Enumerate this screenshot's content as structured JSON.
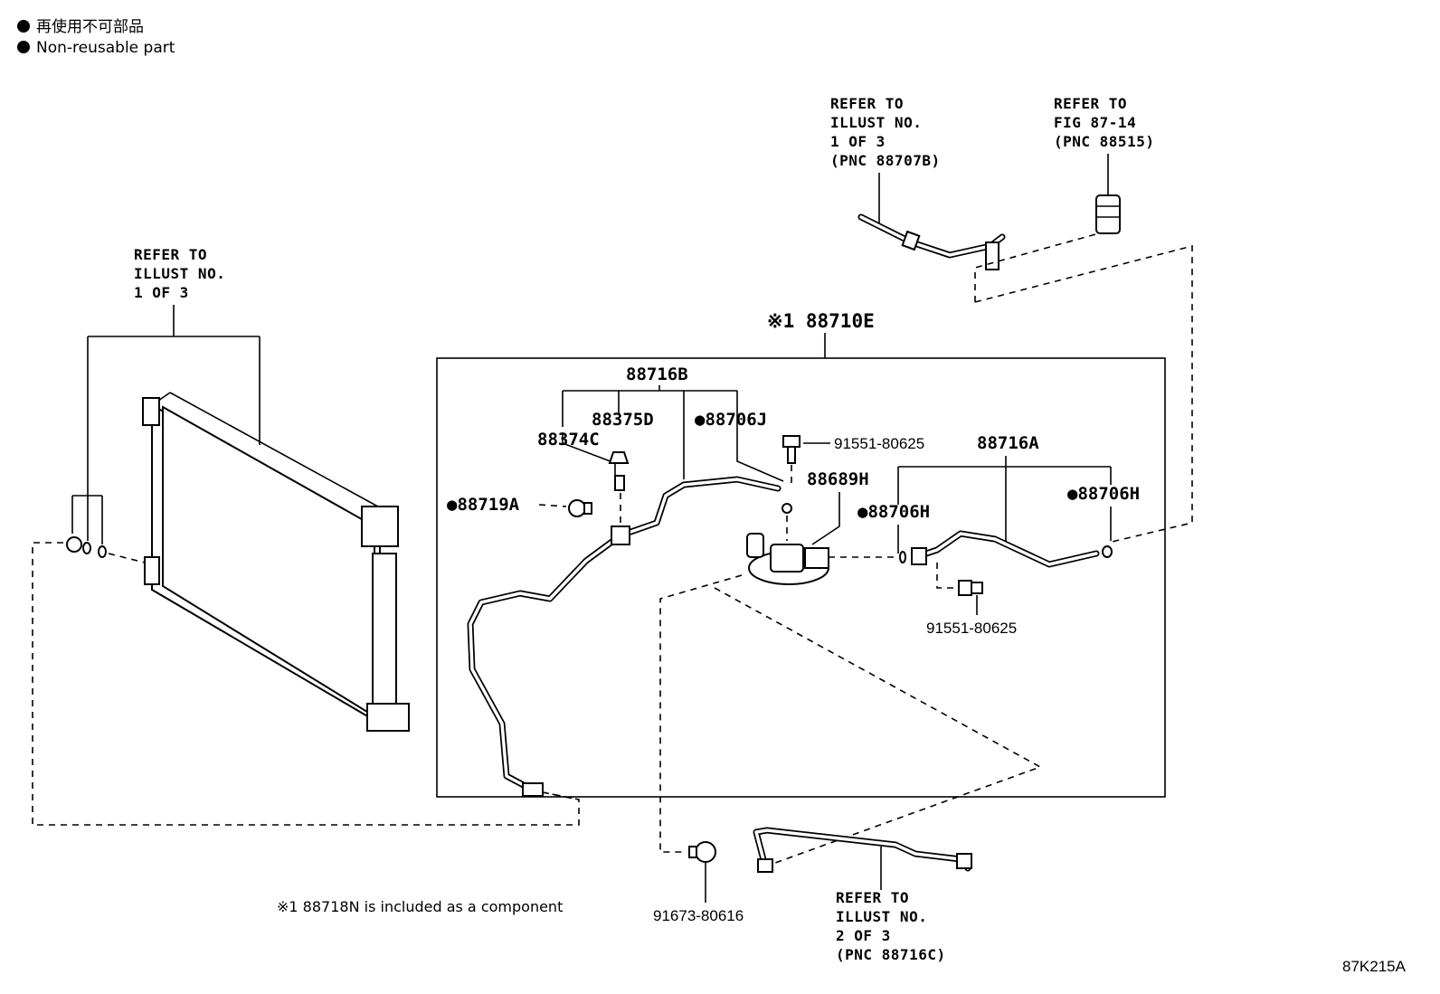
{
  "legend": {
    "jp": "再使用不可部品",
    "en": "Non-reusable part"
  },
  "refs": {
    "top_left": [
      "REFER TO",
      "ILLUST NO.",
      "1 OF 3",
      "(PNC 88707B)"
    ],
    "top_right": [
      "REFER TO",
      "FIG 87-14",
      "(PNC 88515)"
    ],
    "condenser": [
      "REFER TO",
      "ILLUST NO.",
      "1 OF 3"
    ],
    "bottom": [
      "REFER TO",
      "ILLUST NO.",
      "2 OF 3",
      "(PNC 88716C)"
    ]
  },
  "parts": {
    "assembly": "※1 88710E",
    "hose_b": "88716B",
    "p88375d": "88375D",
    "p88374c": "88374C",
    "p88706j": "●88706J",
    "bolt_top": "91551-80625",
    "p88716a": "88716A",
    "p88689h": "88689H",
    "p88719a": "●88719A",
    "p88706h_left": "●88706H",
    "p88706h_right": "●88706H",
    "bolt_mid": "91551-80625",
    "bolt_bottom": "91673-80616"
  },
  "footnote": "※1 88718N is included as a component",
  "figure_code": "87K215A"
}
